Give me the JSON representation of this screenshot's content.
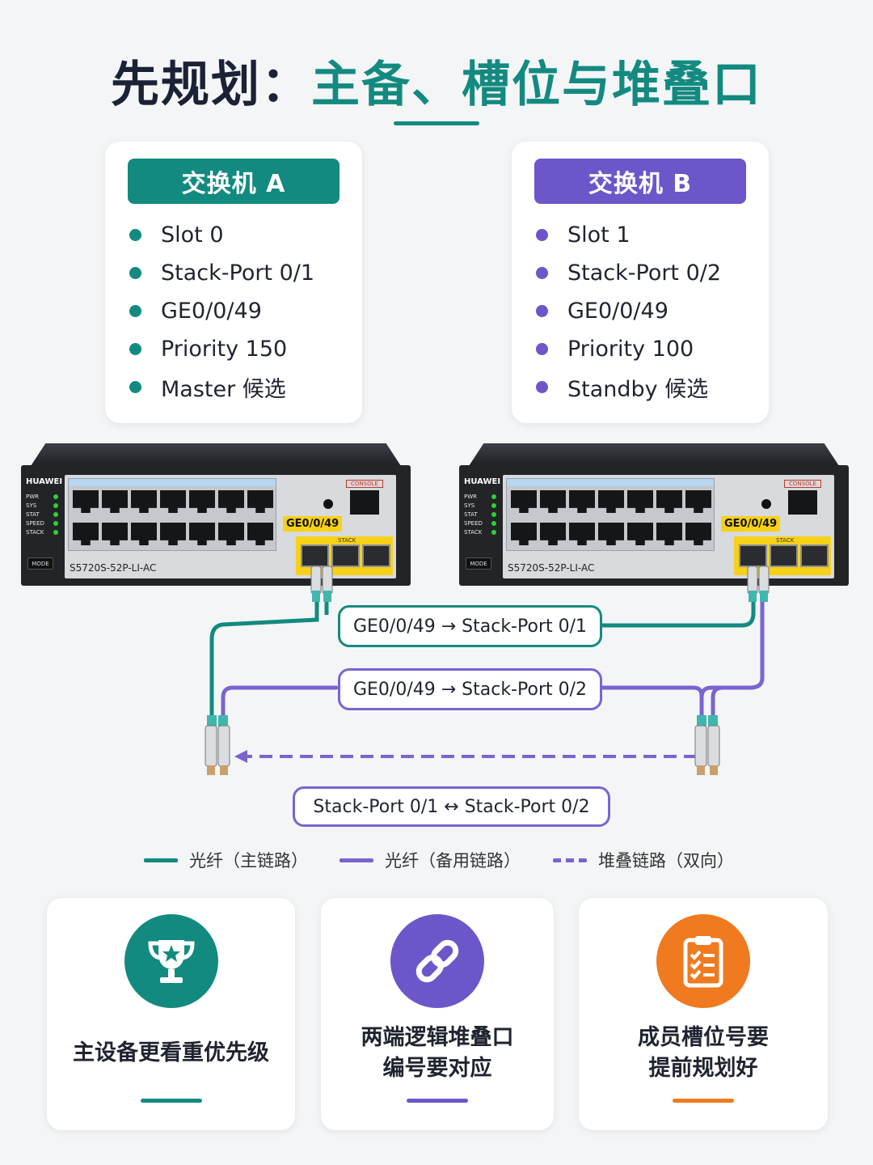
{
  "title": {
    "part1": "先规划：",
    "part2": "主备、槽位与堆叠口"
  },
  "switch_a": {
    "header": "交换机 A",
    "items": [
      "Slot 0",
      "Stack-Port 0/1",
      "GE0/0/49",
      "Priority 150",
      "Master 候选"
    ]
  },
  "switch_b": {
    "header": "交换机 B",
    "items": [
      "Slot 1",
      "Stack-Port 0/2",
      "GE0/0/49",
      "Priority 100",
      "Standby 候选"
    ]
  },
  "device": {
    "brand": "HUAWEI",
    "model": "S5720S-52P-LI-AC",
    "mode_label": "MODE",
    "console_label": "CONSOLE",
    "stack_label": "STACK",
    "port_tag": "GE0/0/49",
    "led_labels": [
      "PWR",
      "SYS",
      "STAT",
      "SPEED",
      "STACK"
    ]
  },
  "links": {
    "primary": "GE0/0/49 → Stack-Port 0/1",
    "backup": "GE0/0/49 → Stack-Port 0/2",
    "stack": "Stack-Port 0/1 ↔ Stack-Port 0/2"
  },
  "legend": {
    "primary": "光纤（主链路）",
    "backup": "光纤（备用链路）",
    "stack": "堆叠链路（双向）"
  },
  "tips": [
    {
      "icon": "trophy-icon",
      "lines": [
        "主设备更看重优先级"
      ]
    },
    {
      "icon": "link-icon",
      "lines": [
        "两端逻辑堆叠口",
        "编号要对应"
      ]
    },
    {
      "icon": "clipboard-checklist-icon",
      "lines": [
        "成员槽位号要",
        "提前规划好"
      ]
    }
  ],
  "colors": {
    "teal": "#138a80",
    "purple": "#6c56c9",
    "orange": "#f07a1f",
    "tag_yellow": "#f7d117"
  }
}
